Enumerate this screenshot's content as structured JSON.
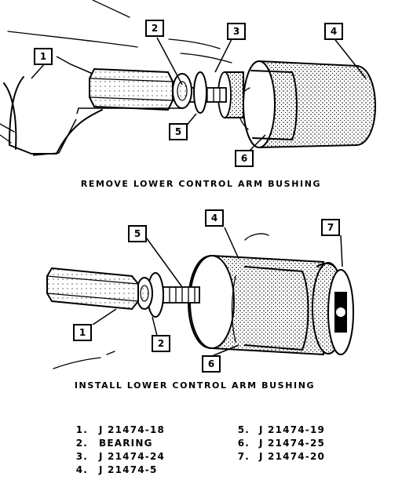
{
  "top_figure": {
    "caption": "REMOVE LOWER CONTROL ARM BUSHING",
    "callouts": [
      "1",
      "2",
      "3",
      "4",
      "5",
      "6"
    ]
  },
  "bottom_figure": {
    "caption": "INSTALL LOWER CONTROL ARM BUSHING",
    "callouts": [
      "1",
      "2",
      "4",
      "5",
      "6",
      "7"
    ]
  },
  "legend": [
    {
      "num": "1.",
      "text": "J 21474-18"
    },
    {
      "num": "2.",
      "text": "BEARING"
    },
    {
      "num": "3.",
      "text": "J 21474-24"
    },
    {
      "num": "4.",
      "text": "J 21474-5"
    },
    {
      "num": "5.",
      "text": "J 21474-19"
    },
    {
      "num": "6.",
      "text": "J 21474-25"
    },
    {
      "num": "7.",
      "text": "J 21474-20"
    }
  ]
}
